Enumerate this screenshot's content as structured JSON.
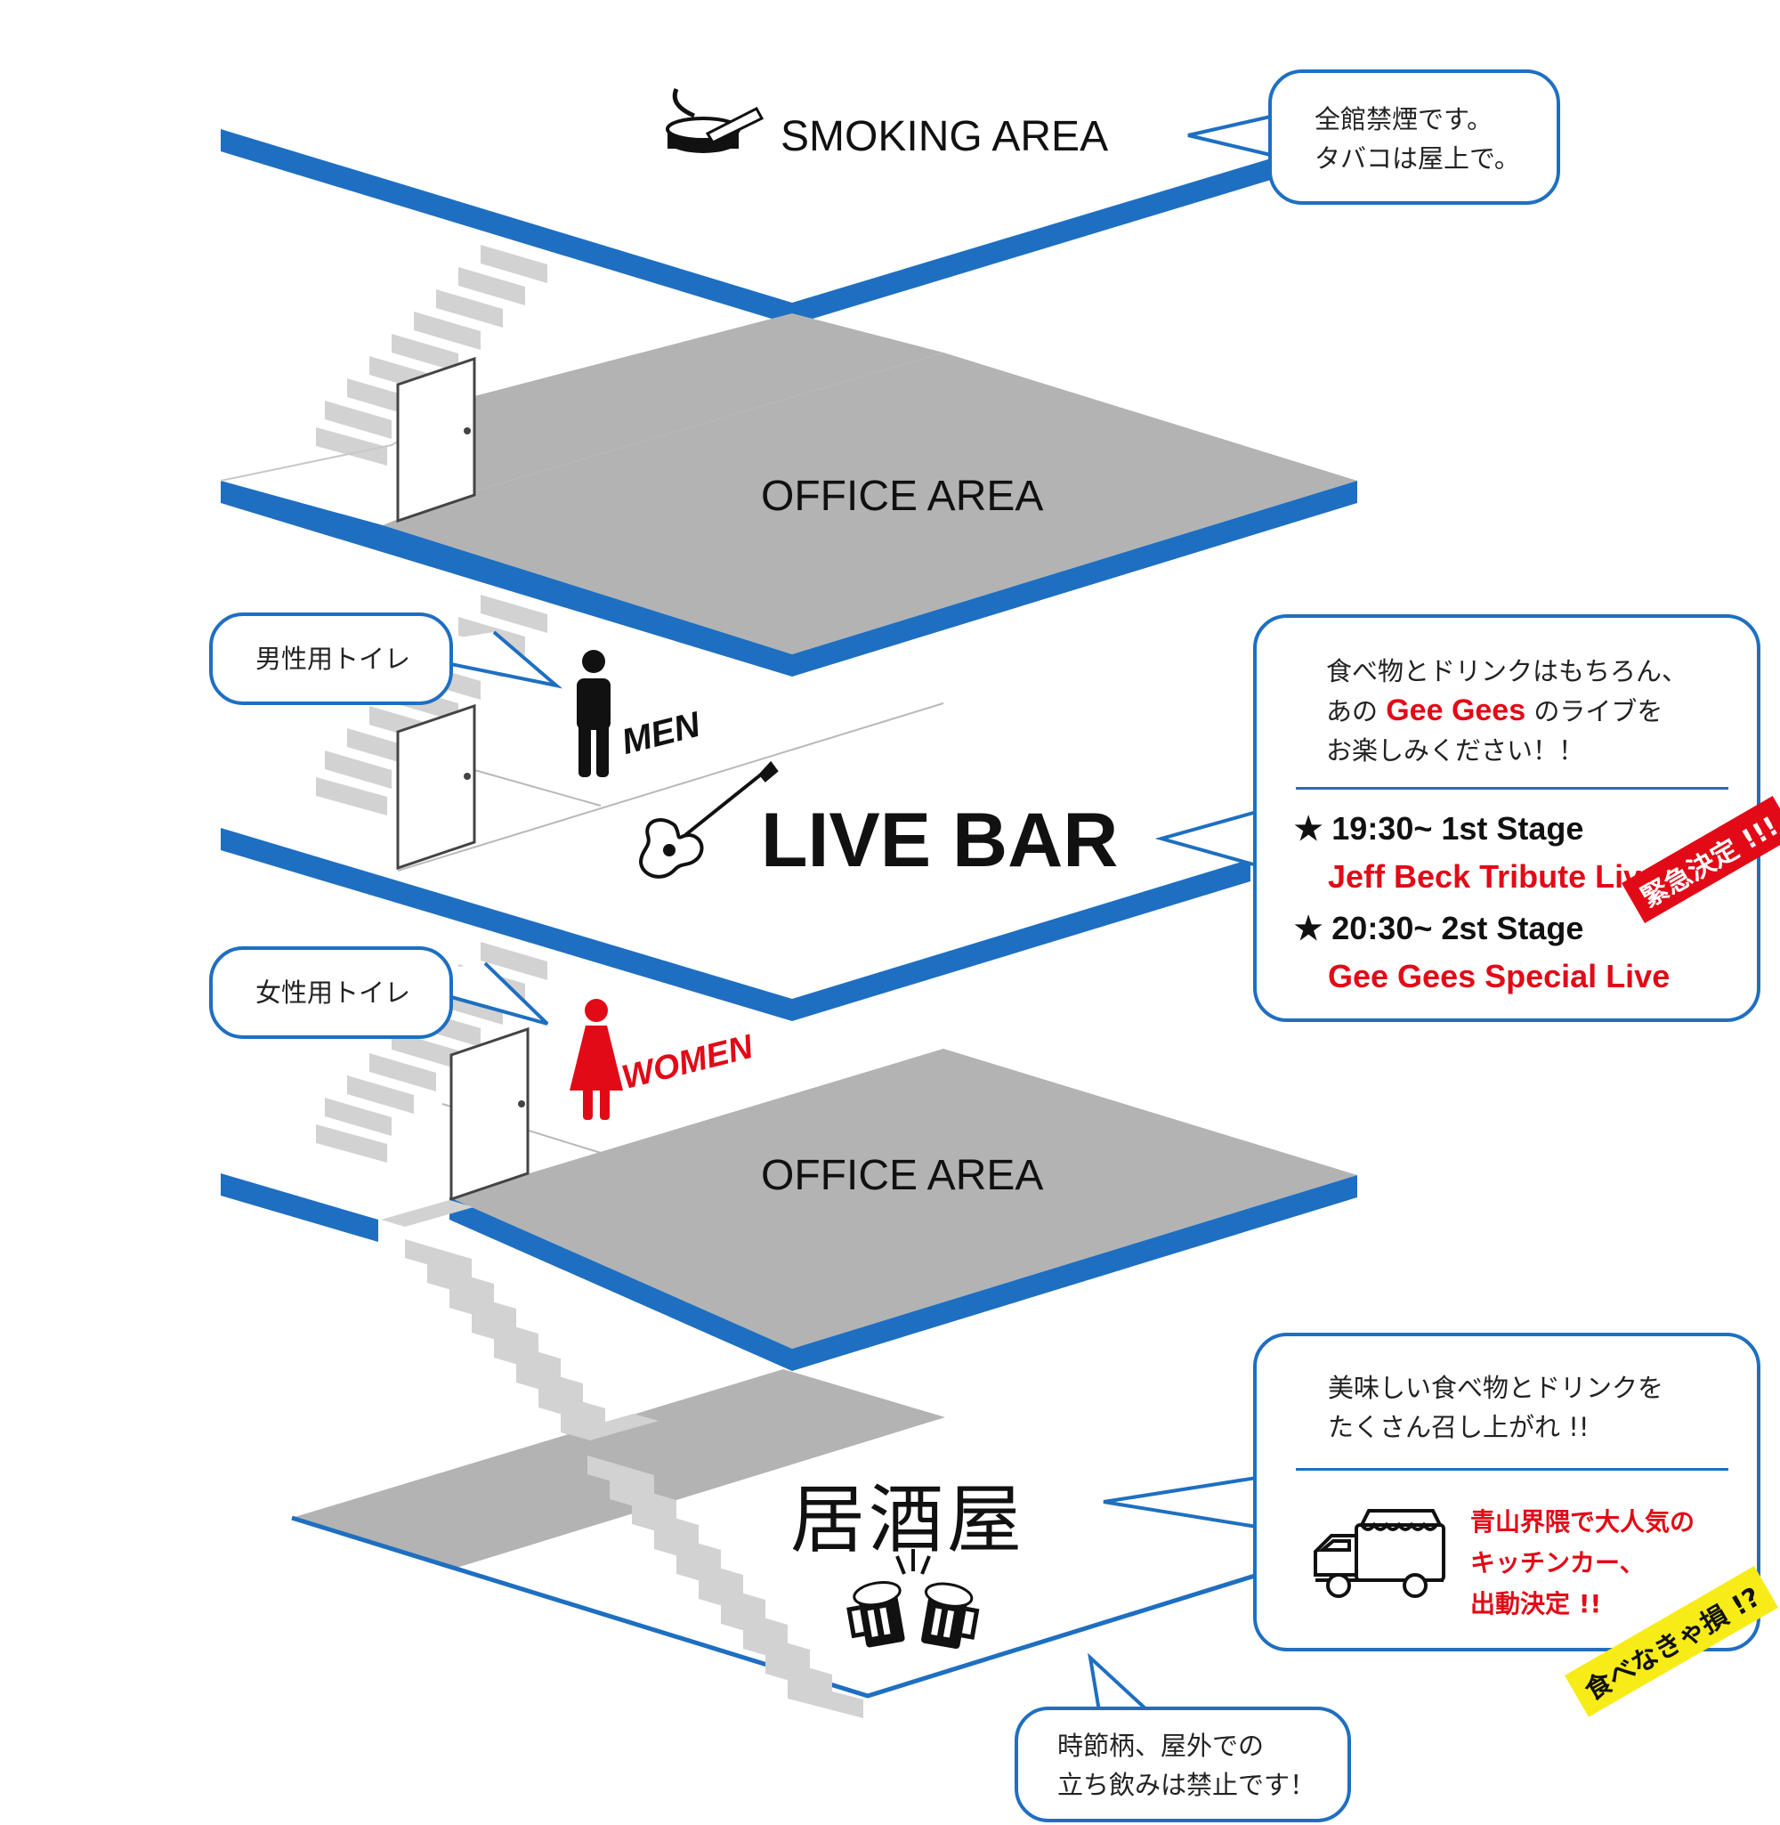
{
  "floors": {
    "rooftop": {
      "label": "SMOKING AREA"
    },
    "office_upper": {
      "label": "OFFICE AREA"
    },
    "live_bar": {
      "label": "LIVE BAR"
    },
    "office_lower": {
      "label": "OFFICE AREA"
    },
    "izakaya": {
      "label": "居酒屋"
    }
  },
  "restrooms": {
    "men": {
      "label": "MEN",
      "bubble": "男性用トイレ"
    },
    "women": {
      "label": "WOMEN",
      "bubble": "女性用トイレ"
    }
  },
  "callouts": {
    "smoking": {
      "line1": "全館禁煙です。",
      "line2": "タバコは屋上で。"
    },
    "live_bar": {
      "intro_line1": "食べ物とドリンクはもちろん、",
      "intro_line2_pre": "あの",
      "intro_line2_band": "Gee Gees",
      "intro_line2_post": "のライブを",
      "intro_line3": "お楽しみください！！",
      "stage1_time": "★ 19:30~ 1st Stage",
      "stage1_title": "Jeff Beck Tribute Live",
      "stage2_time": "★ 20:30~ 2st Stage",
      "stage2_title": "Gee Gees Special Live",
      "sticker": "緊急決定 !!!"
    },
    "izakaya": {
      "line1": "美味しい食べ物とドリンクを",
      "line2": "たくさん召し上がれ !!",
      "truck_line1": "青山界隈で大人気の",
      "truck_line2": "キッチンカー、",
      "truck_line3": "出動決定 !!",
      "sticker": "食べなきゃ損 !?"
    },
    "outdoor": {
      "line1": "時節柄、屋外での",
      "line2": "立ち飲みは禁止です！"
    }
  },
  "colors": {
    "floor_edge": "#1e6fc1",
    "floor_gray": "#b3b3b3",
    "stairs": "#d2d2d2",
    "women_red": "#e20a17",
    "sticker_yellow": "#f7ec17",
    "text_red": "#e20a17"
  },
  "icons": [
    "ashtray-icon",
    "men-restroom-icon",
    "women-restroom-icon",
    "guitar-icon",
    "beer-mugs-icon",
    "food-truck-icon",
    "door-icon",
    "stairs-icon"
  ]
}
